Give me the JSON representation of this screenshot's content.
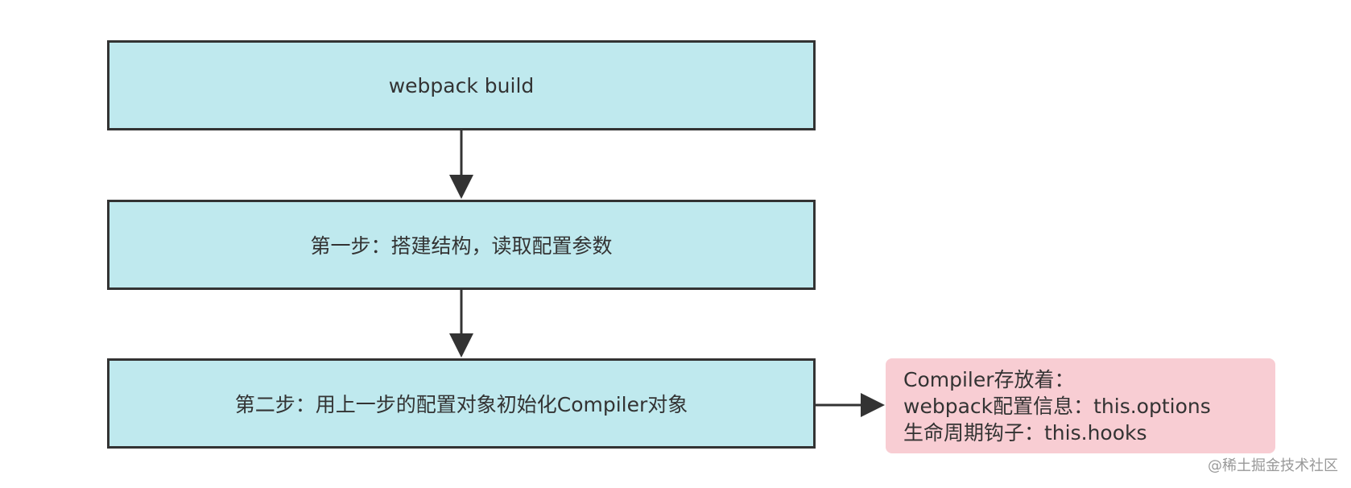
{
  "colors": {
    "step_fill": "#bfe9ee",
    "note_fill": "#f8cdd3",
    "stroke": "#333333"
  },
  "steps": [
    {
      "label": "webpack build"
    },
    {
      "label": "第一步：搭建结构，读取配置参数"
    },
    {
      "label": "第二步：用上一步的配置对象初始化Compiler对象"
    }
  ],
  "note": {
    "lines": [
      "Compiler存放着：",
      "webpack配置信息：this.options",
      "生命周期钩子：this.hooks"
    ]
  },
  "watermark": "@稀土掘金技术社区"
}
